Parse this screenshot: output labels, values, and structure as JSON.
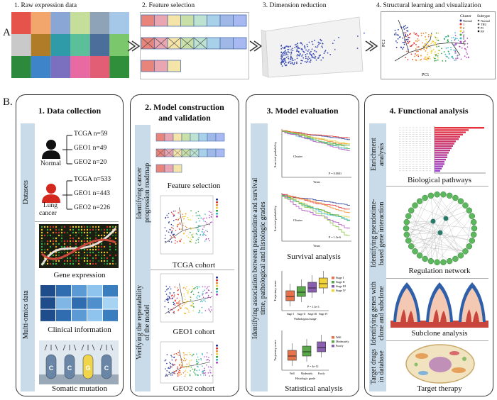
{
  "section_a": {
    "letter": "A.",
    "steps": [
      {
        "label": "1. Raw expression data"
      },
      {
        "label": "2. Feature selection"
      },
      {
        "label": "3. Dimension reduction"
      },
      {
        "label": "4. Structural learning and visualization"
      }
    ],
    "scatter_legend": {
      "cluster_title": "Cluster",
      "clusters": [
        "Normal",
        "1",
        "2",
        "3",
        "4",
        "5",
        "6"
      ],
      "subtype_title": "Subtype",
      "subtypes": [
        "Normal",
        "TRU",
        "PI",
        "PP"
      ],
      "x_axis": "PC1",
      "y_axis": "PC2"
    }
  },
  "section_b": {
    "letter": "B.",
    "panel1": {
      "title": "1. Data collection",
      "side_labels": {
        "datasets": "Datasets",
        "omics": "Multi-omics data"
      },
      "normal": {
        "label": "Normal",
        "cohorts": [
          "TCGA n=59",
          "GEO1 n=49",
          "GEO2 n=20"
        ]
      },
      "cancer": {
        "label_line1": "Lung",
        "label_line2": "cancer",
        "cohorts": [
          "TCGA n=533",
          "GEO1 n=443",
          "GEO2 n=226"
        ]
      },
      "captions": {
        "gene": "Gene expression",
        "clinical": "Clinical information",
        "mutation": "Somatic mutation"
      },
      "mutation_letters": [
        "C",
        "C",
        "G",
        "C"
      ]
    },
    "panel2": {
      "title_line1": "2. Model construction",
      "title_line2": "and validation",
      "side_labels": {
        "top_line1": "Identifying cancer",
        "top_line2": "progression roadmap",
        "bottom_line1": "Verifying the repeatability",
        "bottom_line2": "of the model"
      },
      "captions": {
        "feature": "Feature selection",
        "tcga": "TCGA cohort",
        "geo1": "GEO1 cohort",
        "geo2": "GEO2 cohort"
      }
    },
    "panel3": {
      "title": "3. Model evaluation",
      "side_label_line1": "Identifying association between pseudotime and survival",
      "side_label_line2": "time, pathological and histologic grades",
      "survival": {
        "ylabel": "Survival probability",
        "xlabel": "Years",
        "legend_title": "Cluster",
        "pvalue1": "P = 0.0041",
        "pvalue2": "P = 1.3e-6"
      },
      "box1": {
        "ylabel": "Trajectory score",
        "xlabel": "Pathological stage",
        "categories": [
          "Stage I",
          "Stage II",
          "Stage III",
          "Stage IV"
        ],
        "pvalue": "P = 1.3e-3",
        "colors": [
          "#e8734a",
          "#5aa84a",
          "#8a5fb0",
          "#f2d23c"
        ]
      },
      "box2": {
        "ylabel": "Trajectory score",
        "xlabel": "Histologic grade",
        "categories": [
          "Well",
          "Moderately",
          "Poorly"
        ],
        "pvalue": "P = 4e-12",
        "colors": [
          "#e8734a",
          "#5aa84a",
          "#8a5fb0"
        ]
      },
      "captions": {
        "survival": "Survival analysis",
        "statistical": "Statistical analysis"
      }
    },
    "panel4": {
      "title": "4. Functional analysis",
      "side_labels": {
        "enrichment_line1": "Enrichment",
        "enrichment_line2": "analysis",
        "interaction_line1": "Identifying pseudotime-",
        "interaction_line2": "based gene interaction",
        "clone_line1": "Identifying genes with",
        "clone_line2": "clone and subclone",
        "drugs_line1": "Target drugs",
        "drugs_line2": "in database"
      },
      "captions": {
        "pathways": "Biological pathways",
        "network": "Regulation network",
        "subclone": "Subclone analysis",
        "therapy": "Target therapy"
      }
    }
  }
}
